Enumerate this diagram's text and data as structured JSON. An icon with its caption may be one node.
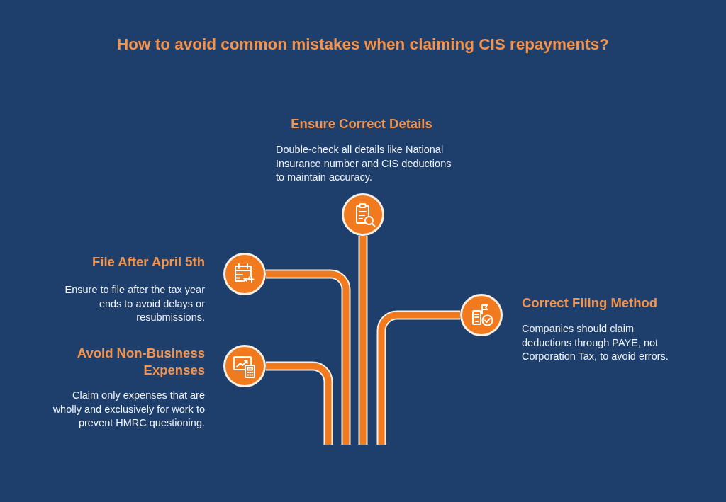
{
  "diagram": {
    "title": "How to avoid common mistakes when claiming CIS repayments?",
    "nodes": [
      {
        "text": [],
        "shape": "circle",
        "beside": [
          "Ensure Correct Details",
          "Double-check all details like National Insurance number and CIS deductions to maintain accuracy."
        ]
      },
      {
        "text": [],
        "shape": "circle",
        "beside": [
          "File After April 5th",
          "Ensure to file after the tax year ends to avoid delays or resubmissions."
        ]
      },
      {
        "text": [],
        "shape": "circle",
        "beside": [
          "Correct Filing Method",
          "Companies should claim deductions through PAYE, not Corporation Tax, to avoid errors."
        ]
      },
      {
        "text": [],
        "shape": "circle",
        "beside": [
          "Avoid Non-Business Expenses",
          "Claim only expenses that are wholly and exclusively for work to prevent HMRC questioning."
        ]
      }
    ],
    "edges": [
      {
        "from": 0,
        "to": null,
        "arrow": "none"
      },
      {
        "from": 1,
        "to": null,
        "arrow": "none"
      },
      {
        "from": 2,
        "to": null,
        "arrow": "none"
      },
      {
        "from": 3,
        "to": null,
        "arrow": "none"
      }
    ]
  }
}
